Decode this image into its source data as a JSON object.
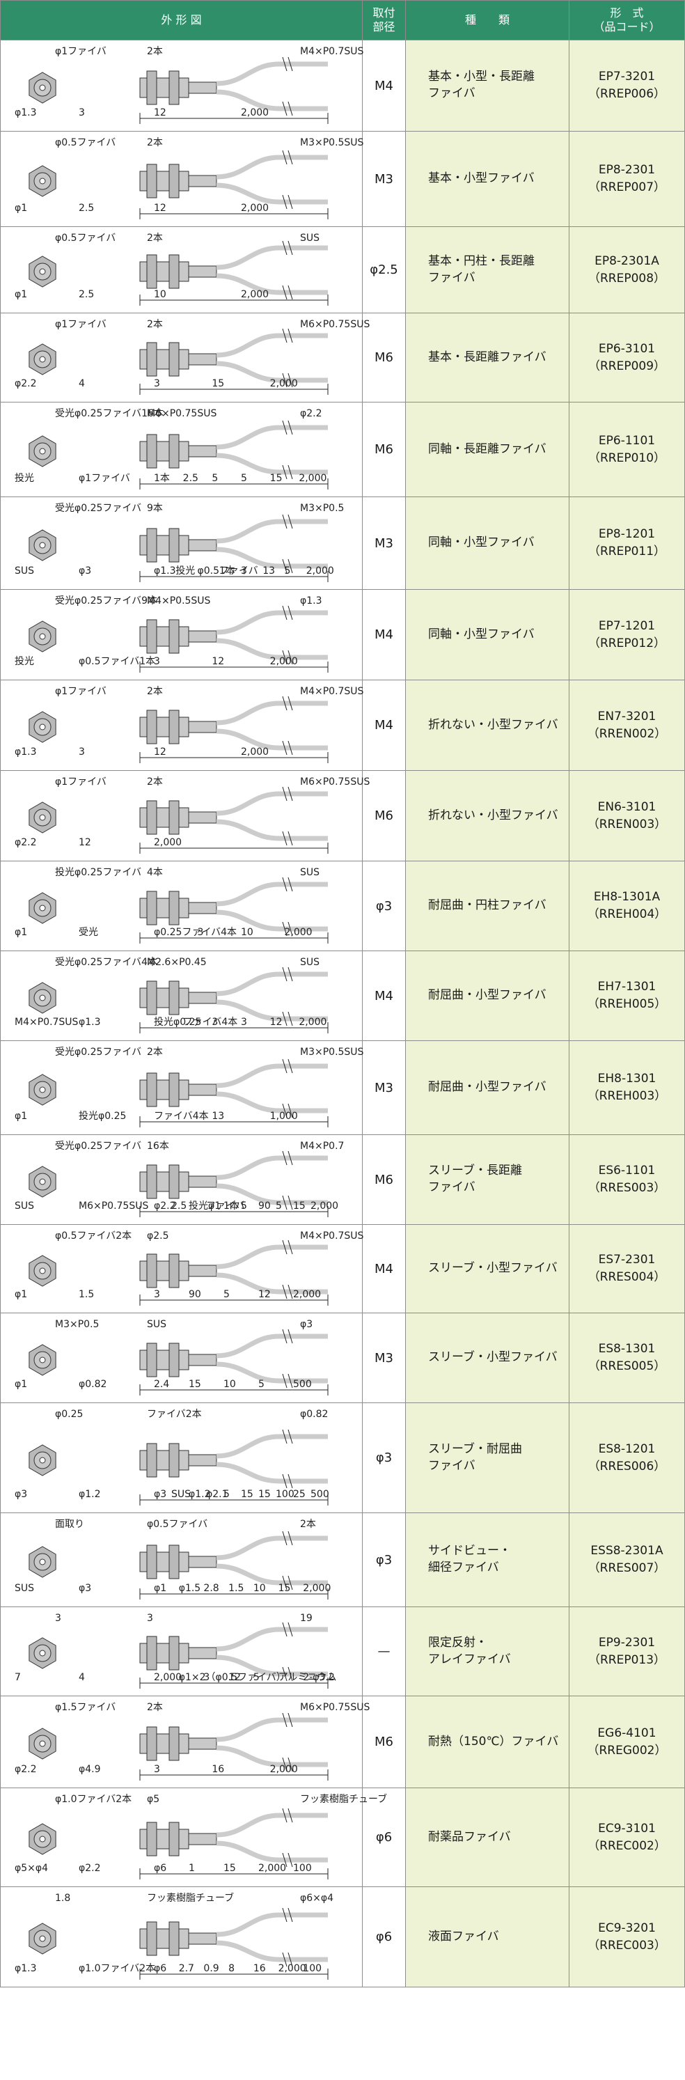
{
  "header": {
    "figure": "外 形 図",
    "mount_1": "取付",
    "mount_2": "部径",
    "kind": "種　　類",
    "model_1": "形　式",
    "model_2": "（品コード）"
  },
  "rows": [
    {
      "mount": "M4",
      "kind": [
        "基本・小型・長距離",
        "ファイバ"
      ],
      "model": "EP7-3201",
      "code": "（RREP006）",
      "labels": [
        "φ1ファイバ",
        "2本",
        "M4×P0.7SUS",
        "φ1.3",
        "3",
        "12",
        "2,000"
      ]
    },
    {
      "mount": "M3",
      "kind": [
        "基本・小型ファイバ"
      ],
      "model": "EP8-2301",
      "code": "（RREP007）",
      "labels": [
        "φ0.5ファイバ",
        "2本",
        "M3×P0.5SUS",
        "φ1",
        "2.5",
        "12",
        "2,000"
      ]
    },
    {
      "mount": "φ2.5",
      "kind": [
        "基本・円柱・長距離",
        "ファイバ"
      ],
      "model": "EP8-2301A",
      "code": "（RREP008）",
      "labels": [
        "φ0.5ファイバ",
        "2本",
        "SUS",
        "φ1",
        "2.5",
        "10",
        "2,000"
      ]
    },
    {
      "mount": "M6",
      "kind": [
        "基本・長距離ファイバ"
      ],
      "model": "EP6-3101",
      "code": "（RREP009）",
      "labels": [
        "φ1ファイバ",
        "2本",
        "M6×P0.75SUS",
        "φ2.2",
        "4",
        "3",
        "15",
        "2,000"
      ]
    },
    {
      "mount": "M6",
      "kind": [
        "同軸・長距離ファイバ"
      ],
      "model": "EP6-1101",
      "code": "（RREP010）",
      "labels": [
        "受光φ0.25ファイバ16本",
        "M6×P0.75SUS",
        "φ2.2",
        "投光",
        "φ1ファイバ",
        "1本",
        "2.5",
        "5",
        "5",
        "15",
        "2,000"
      ]
    },
    {
      "mount": "M3",
      "kind": [
        "同軸・小型ファイバ"
      ],
      "model": "EP8-1201",
      "code": "（RREP011）",
      "labels": [
        "受光φ0.25ファイバ",
        "9本",
        "M3×P0.5",
        "SUS",
        "φ3",
        "φ1.3",
        "投光",
        "φ0.5ファイバ",
        "1本",
        "3",
        "13",
        "5",
        "2,000"
      ]
    },
    {
      "mount": "M4",
      "kind": [
        "同軸・小型ファイバ"
      ],
      "model": "EP7-1201",
      "code": "（RREP012）",
      "labels": [
        "受光φ0.25ファイバ9本",
        "M4×P0.5SUS",
        "φ1.3",
        "投光",
        "φ0.5ファイバ1本",
        "3",
        "12",
        "2,000"
      ]
    },
    {
      "mount": "M4",
      "kind": [
        "折れない・小型ファイバ"
      ],
      "model": "EN7-3201",
      "code": "（RREN002）",
      "labels": [
        "φ1ファイバ",
        "2本",
        "M4×P0.7SUS",
        "φ1.3",
        "3",
        "12",
        "2,000"
      ]
    },
    {
      "mount": "M6",
      "kind": [
        "折れない・小型ファイバ"
      ],
      "model": "EN6-3101",
      "code": "（RREN003）",
      "labels": [
        "φ1ファイバ",
        "2本",
        "M6×P0.75SUS",
        "φ2.2",
        "12",
        "2,000"
      ]
    },
    {
      "mount": "φ3",
      "kind": [
        "耐屈曲・円柱ファイバ"
      ],
      "model": "EH8-1301A",
      "code": "（RREH004）",
      "labels": [
        "投光φ0.25ファイバ",
        "4本",
        "SUS",
        "φ1",
        "受光",
        "φ0.25ファイバ4本",
        "3",
        "10",
        "2,000"
      ]
    },
    {
      "mount": "M4",
      "kind": [
        "耐屈曲・小型ファイバ"
      ],
      "model": "EH7-1301",
      "code": "（RREH005）",
      "labels": [
        "受光φ0.25ファイバ4本",
        "M2.6×P0.45",
        "SUS",
        "M4×P0.7SUS",
        "φ1.3",
        "投光φ0.25",
        "ファイバ4本",
        "3",
        "3",
        "12",
        "2,000"
      ]
    },
    {
      "mount": "M3",
      "kind": [
        "耐屈曲・小型ファイバ"
      ],
      "model": "EH8-1301",
      "code": "（RREH003）",
      "labels": [
        "受光φ0.25ファイバ",
        "2本",
        "M3×P0.5SUS",
        "φ1",
        "投光φ0.25",
        "ファイバ4本",
        "13",
        "1,000"
      ]
    },
    {
      "mount": "M6",
      "kind": [
        "スリーブ・長距離",
        "ファイバ"
      ],
      "model": "ES6-1101",
      "code": "（RRES003）",
      "labels": [
        "受光φ0.25ファイバ",
        "16本",
        "M4×P0.7",
        "SUS",
        "M6×P0.75SUS",
        "φ2.2",
        "2.5",
        "投光φ1",
        "ファイバ",
        "1本",
        "5",
        "90",
        "5",
        "15",
        "2,000"
      ]
    },
    {
      "mount": "M4",
      "kind": [
        "スリーブ・小型ファイバ"
      ],
      "model": "ES7-2301",
      "code": "（RRES004）",
      "labels": [
        "φ0.5ファイバ2本",
        "φ2.5",
        "M4×P0.7SUS",
        "φ1",
        "1.5",
        "3",
        "90",
        "5",
        "12",
        "2,000"
      ]
    },
    {
      "mount": "M3",
      "kind": [
        "スリーブ・小型ファイバ"
      ],
      "model": "ES8-1301",
      "code": "（RRES005）",
      "labels": [
        "M3×P0.5",
        "SUS",
        "φ3",
        "φ1",
        "φ0.82",
        "2.4",
        "15",
        "10",
        "5",
        "500"
      ]
    },
    {
      "mount": "φ3",
      "kind": [
        "スリーブ・耐屈曲",
        "ファイバ"
      ],
      "model": "ES8-1201",
      "code": "（RRES006）",
      "labels": [
        "φ0.25",
        "ファイバ2本",
        "φ0.82",
        "φ3",
        "φ1.2",
        "φ3",
        "SUS",
        "φ1.2",
        "φ2.1",
        "5",
        "15",
        "15",
        "100",
        "25",
        "500"
      ]
    },
    {
      "mount": "φ3",
      "kind": [
        "サイドビュー・",
        "細径ファイバ"
      ],
      "model": "ESS8-2301A",
      "code": "（RRES007）",
      "labels": [
        "面取り",
        "φ0.5ファイバ",
        "2本",
        "SUS",
        "φ3",
        "φ1",
        "φ1.5",
        "2.8",
        "1.5",
        "10",
        "15",
        "2,000"
      ]
    },
    {
      "mount": "—",
      "kind": [
        "限定反射・",
        "アレイファイバ"
      ],
      "model": "EP9-2301",
      "code": "（RREP013）",
      "labels": [
        "3",
        "3",
        "19",
        "7",
        "4",
        "2,000",
        "φ1×2（φ0.5ファイバ）",
        "3",
        "12",
        "5",
        "アルミニウム",
        "2-φ3.2"
      ]
    },
    {
      "mount": "M6",
      "kind": [
        "耐熱（150℃）ファイバ"
      ],
      "model": "EG6-4101",
      "code": "（RREG002）",
      "labels": [
        "φ1.5ファイバ",
        "2本",
        "M6×P0.75SUS",
        "φ2.2",
        "φ4.9",
        "3",
        "16",
        "2,000"
      ]
    },
    {
      "mount": "φ6",
      "kind": [
        "耐薬品ファイバ"
      ],
      "model": "EC9-3101",
      "code": "（RREC002）",
      "labels": [
        "φ1.0ファイバ2本",
        "φ5",
        "フッ素樹脂チューブ",
        "φ5×φ4",
        "φ2.2",
        "φ6",
        "1",
        "15",
        "2,000",
        "100"
      ]
    },
    {
      "mount": "φ6",
      "kind": [
        "液面ファイバ"
      ],
      "model": "EC9-3201",
      "code": "（RREC003）",
      "labels": [
        "1.8",
        "フッ素樹脂チューブ",
        "φ6×φ4",
        "φ1.3",
        "φ1.0ファイバ2本",
        "φ6",
        "2.7",
        "0.9",
        "8",
        "16",
        "2,000",
        "100"
      ]
    }
  ]
}
